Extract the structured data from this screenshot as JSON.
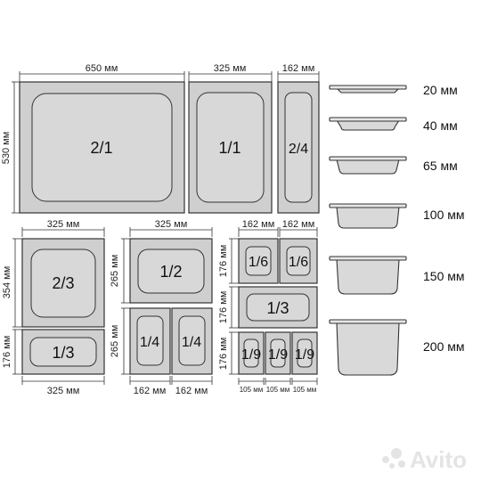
{
  "dims": {
    "w650": "650 мм",
    "w325": "325 мм",
    "w162": "162 мм",
    "w105": "105 мм",
    "h530": "530 мм",
    "h354": "354 мм",
    "h265": "265 мм",
    "h176": "176 мм"
  },
  "pans": {
    "p21": "2/1",
    "p11": "1/1",
    "p24": "2/4",
    "p23": "2/3",
    "p13": "1/3",
    "p12": "1/2",
    "p14": "1/4",
    "p16": "1/6",
    "p19": "1/9"
  },
  "depths": [
    "20 мм",
    "40 мм",
    "65 мм",
    "100 мм",
    "150 мм",
    "200 мм"
  ],
  "watermark": "Avito"
}
